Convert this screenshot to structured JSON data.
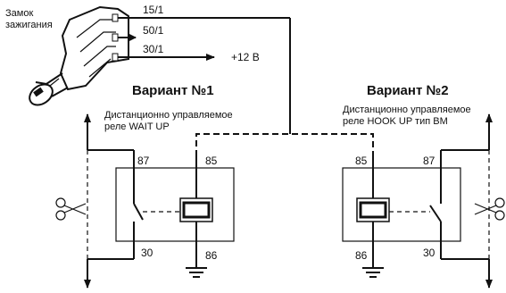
{
  "ignition": {
    "label_line1": "Замок",
    "label_line2": "зажигания",
    "terminals": [
      "15/1",
      "50/1",
      "30/1"
    ],
    "supply": "+12 В"
  },
  "variant1": {
    "title": "Вариант №1",
    "desc_line1": "Дистанционно управляемое",
    "desc_line2": "реле WAIT UP",
    "pins": {
      "switch_top": "87",
      "coil_top": "85",
      "switch_bottom": "30",
      "coil_bottom": "86"
    }
  },
  "variant2": {
    "title": "Вариант №2",
    "desc_line1": "Дистанционно управляемое",
    "desc_line2": "реле HOOK UP тип BM",
    "pins": {
      "coil_top": "85",
      "switch_top": "87",
      "coil_bottom": "86",
      "switch_bottom": "30"
    }
  },
  "icons": [
    "ignition-key-icon",
    "scissors-icon",
    "ground-icon",
    "relay-coil-icon",
    "relay-switch-icon"
  ]
}
